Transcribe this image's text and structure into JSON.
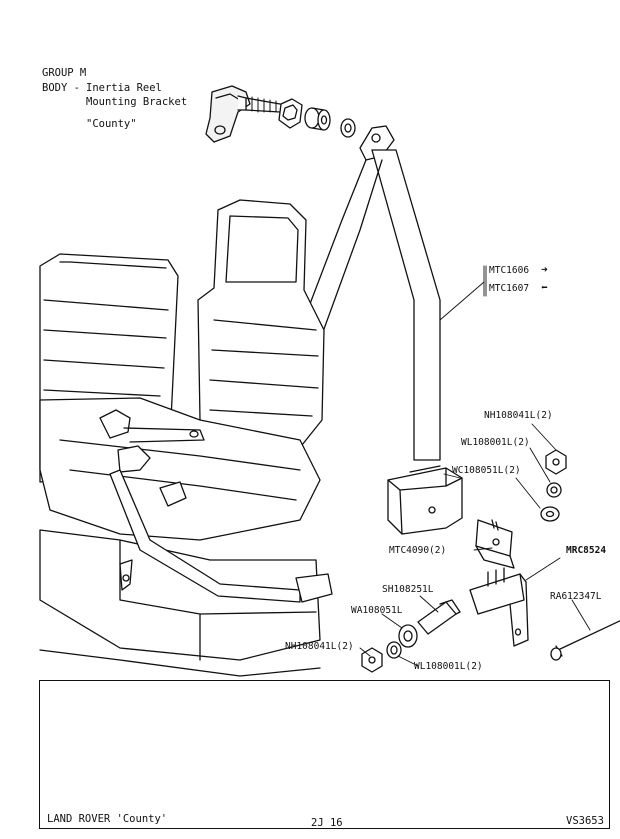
{
  "header": {
    "group": "GROUP M",
    "body_prefix": "BODY - ",
    "title_line1": "Inertia Reel",
    "title_line2": "Mounting Bracket",
    "variant": "\"County\""
  },
  "parts": {
    "belt_rh": "MTC1606",
    "belt_lh": "MTC1607",
    "nut_top": "NH108041L(2)",
    "lockwasher_top": "WL108001L(2)",
    "washer_top": "WC108051L(2)",
    "bracket_small": "MTC4090(2)",
    "bracket_large": "MRC8524",
    "screw": "SH108251L",
    "washer_bottom": "WA108051L",
    "rivet": "RA612347L",
    "nut_bottom": "NH108041L(2)",
    "lockwasher_bottom": "WL108001L(2)"
  },
  "footer": {
    "model": "LAND ROVER 'County'",
    "page": "2J 16",
    "ref": "VS3653"
  }
}
